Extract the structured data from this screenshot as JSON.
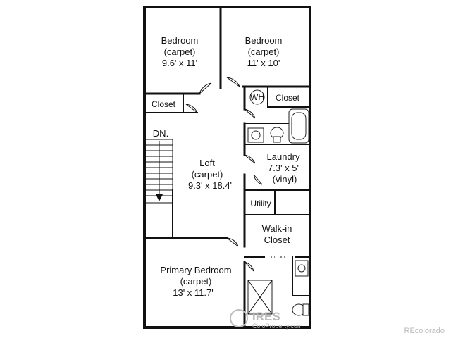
{
  "rooms": {
    "bedroom_left": {
      "name": "Bedroom",
      "floor": "(carpet)",
      "size": "9.6' x 11'"
    },
    "bedroom_right": {
      "name": "Bedroom",
      "floor": "(carpet)",
      "size": "11' x 10'"
    },
    "closet_left": {
      "name": "Closet"
    },
    "closet_right": {
      "name": "Closet"
    },
    "water_heater": {
      "name": "WH"
    },
    "stairs": {
      "name": "DN."
    },
    "loft": {
      "name": "Loft",
      "floor": "(carpet)",
      "size": "9.3' x 18.4'"
    },
    "laundry": {
      "name": "Laundry",
      "size": "7.3' x 5'",
      "floor": "(vinyl)"
    },
    "utility": {
      "name": "Utility"
    },
    "walkin_closet": {
      "name": "Walk-in",
      "name2": "Closet"
    },
    "primary_bedroom": {
      "name": "Primary Bedroom",
      "floor": "(carpet)",
      "size": "13' x 11.7'"
    }
  },
  "watermarks": {
    "center_brand": "IRES",
    "center_sub": "ColoProperty.com",
    "corner": "REcolorado"
  },
  "colors": {
    "wall": "#111111",
    "background": "#ffffff",
    "watermark": "#b9b9b9"
  }
}
